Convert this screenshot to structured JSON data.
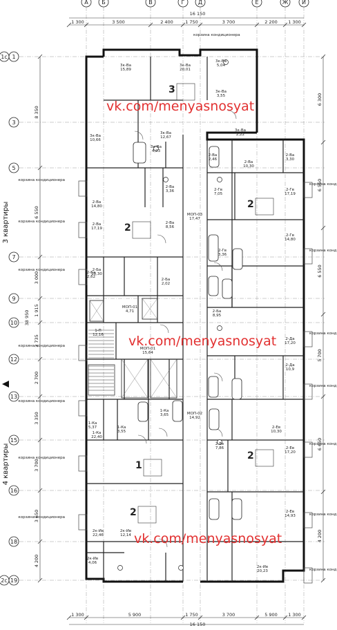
{
  "watermark": "vk.com/menyasnosyat",
  "axis_letters": [
    "А",
    "Б",
    "В",
    "Г",
    "Д",
    "Е",
    "Ж",
    "И"
  ],
  "axis_numbers": [
    "1с",
    "1",
    "3",
    "5",
    "7",
    "9",
    "10",
    "12",
    "13",
    "15",
    "16",
    "18",
    "2с",
    "19"
  ],
  "dims_top": [
    "1 300",
    "3 500",
    "2 400",
    "1 750",
    "3 700",
    "2 200",
    "1 300"
  ],
  "dims_top_total": "16 150",
  "dims_bottom": [
    "1 300",
    "5 900",
    "1 750",
    "3 700",
    "5 900",
    "1 300"
  ],
  "dims_bottom_total": "16 150",
  "dims_left": [
    "8 350",
    "6 550",
    "3 000",
    "1 915",
    "2 735",
    "2 700",
    "3 350",
    "3 700",
    "3 650",
    "4 200"
  ],
  "dims_left_total": "38 950",
  "dims_right": [
    "6 300",
    "6 550",
    "6 550",
    "5 700",
    "6 650",
    "4 200"
  ],
  "side_labels": {
    "upper": "3 квартиры",
    "lower": "4 квартиры"
  },
  "apartments": [
    {
      "num": "3",
      "size": "3к"
    },
    {
      "num": "2",
      "size": "2"
    },
    {
      "num": "2",
      "size": "2"
    },
    {
      "num": "2",
      "size": "2"
    },
    {
      "num": "1",
      "size": "1"
    },
    {
      "num": "2",
      "size": "2к"
    }
  ],
  "rooms": [
    {
      "code": "3к-Ва",
      "area": "15,89"
    },
    {
      "code": "3к-Ва",
      "area": "20,01"
    },
    {
      "code": "3к-Ва",
      "area": "5,04"
    },
    {
      "code": "3к-Ва",
      "area": "10,66"
    },
    {
      "code": "3к-Ва",
      "area": "12,67"
    },
    {
      "code": "3к-Ва",
      "area": "3,55"
    },
    {
      "code": "3к-Ва",
      "area": "4,93"
    },
    {
      "code": "3к-Ва",
      "area": "2,22"
    },
    {
      "code": "2-Ва",
      "area": "2,46"
    },
    {
      "code": "2-Ва",
      "area": "10,30"
    },
    {
      "code": "2-Ва",
      "area": "3,30"
    },
    {
      "code": "2-Ва",
      "area": "14,80"
    },
    {
      "code": "2-Ва",
      "area": "3,36"
    },
    {
      "code": "2-Ва",
      "area": "17,19"
    },
    {
      "code": "2-Ва",
      "area": "8,56"
    },
    {
      "code": "2-Гв",
      "area": "7,05"
    },
    {
      "code": "2-Гв",
      "area": "17,19"
    },
    {
      "code": "2-Гв",
      "area": "14,80"
    },
    {
      "code": "2-Ба",
      "area": "10,30"
    },
    {
      "code": "2-Ба",
      "area": "2,62"
    },
    {
      "code": "2-Ба",
      "area": "2,02"
    },
    {
      "code": "2-Гв",
      "area": "3,36"
    },
    {
      "code": "2-Ба",
      "area": "8,95"
    },
    {
      "code": "2-Да",
      "area": "17,20"
    },
    {
      "code": "2-Да",
      "area": "10,9"
    },
    {
      "code": "1-П",
      "area": "12,16"
    },
    {
      "code": "1-Ка",
      "area": "5,37"
    },
    {
      "code": "1-Ка",
      "area": "3,55"
    },
    {
      "code": "1-Ка",
      "area": "3,65"
    },
    {
      "code": "1-Ка",
      "area": "22,40"
    },
    {
      "code": "2-Ев",
      "area": "10,30"
    },
    {
      "code": "2-Ев",
      "area": "7,86"
    },
    {
      "code": "2-Ев",
      "area": "17,20"
    },
    {
      "code": "2-Ев",
      "area": "14,93"
    },
    {
      "code": "2к-Ив",
      "area": "22,46"
    },
    {
      "code": "2к-Ив",
      "area": "12,14"
    },
    {
      "code": "2к-Ив",
      "area": "4,06"
    },
    {
      "code": "2к-Ив",
      "area": "20,23"
    }
  ],
  "corridors": [
    {
      "code": "МОП-03",
      "area": "17,47"
    },
    {
      "code": "МОП-01",
      "area": "4,71"
    },
    {
      "code": "МОП-01",
      "area": "15,64"
    },
    {
      "code": "МОП-02",
      "area": "14,92"
    }
  ],
  "ac_note": "корзина кондиционера",
  "big_numbers": [
    "3",
    "2",
    "2",
    "2",
    "1",
    "2"
  ]
}
